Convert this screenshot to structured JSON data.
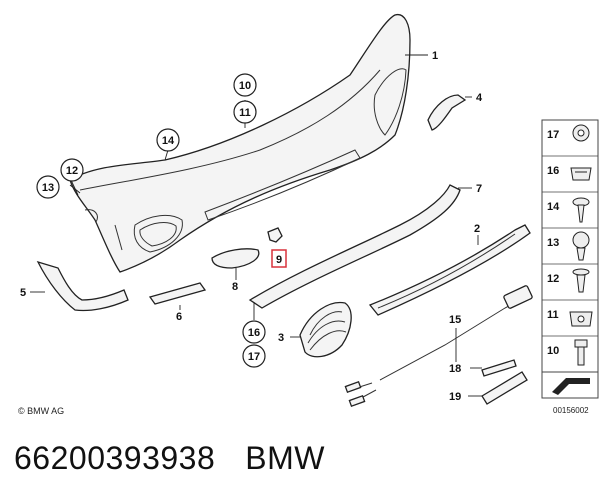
{
  "callouts": {
    "c1": "1",
    "c2": "2",
    "c3": "3",
    "c4": "4",
    "c5": "5",
    "c6": "6",
    "c7": "7",
    "c8": "8",
    "c9": "9",
    "c10": "10",
    "c11": "11",
    "c12": "12",
    "c13": "13",
    "c14": "14",
    "c15": "15",
    "c16": "16",
    "c17": "17",
    "c18": "18",
    "c19": "19"
  },
  "sidebar_items": [
    "17",
    "16",
    "14",
    "13",
    "12",
    "11",
    "10"
  ],
  "copyright": "© BMW AG",
  "diagram_id": "00156002",
  "caption": {
    "part_number": "66200393938",
    "brand": "BMW"
  },
  "highlight_color": "#d9323c"
}
